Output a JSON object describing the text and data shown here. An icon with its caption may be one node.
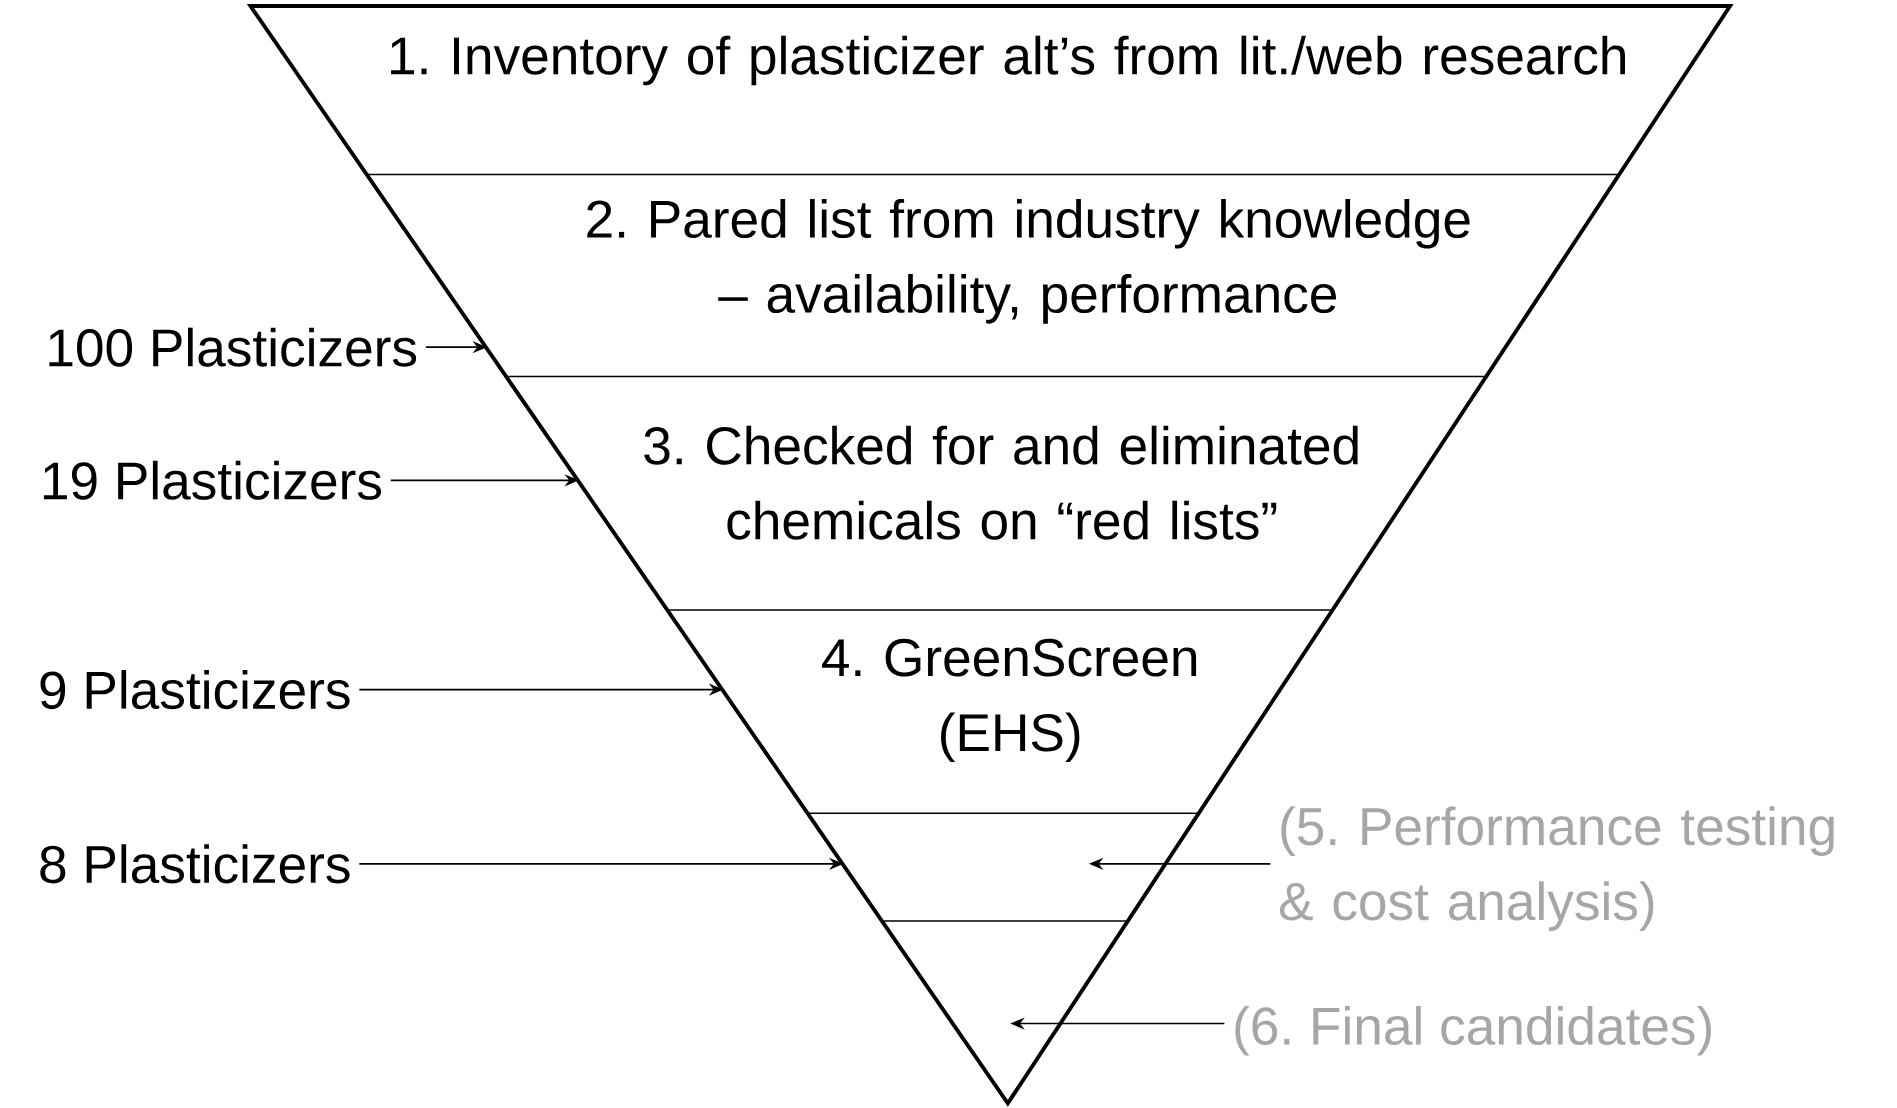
{
  "diagram": {
    "nodes": [
      {
        "text": [
          "1. Inventory of plasticizer alt’s from lit./web research"
        ]
      },
      {
        "text": [
          "2. Pared list from industry knowledge – availability, performance"
        ]
      },
      {
        "text": [
          "3. Checked for and eliminated chemicals on “red lists”"
        ]
      },
      {
        "text": [
          "4. GreenScreen (EHS)"
        ]
      },
      {
        "text": [],
        "shape": "band"
      },
      {
        "text": [],
        "shape": "band"
      },
      {
        "text": [
          "100 Plasticizers"
        ]
      },
      {
        "text": [
          "19 Plasticizers"
        ]
      },
      {
        "text": [
          "9 Plasticizers"
        ]
      },
      {
        "text": [
          "8 Plasticizers"
        ]
      },
      {
        "text": [
          "(5. Performance testing & cost analysis)"
        ]
      },
      {
        "text": [
          "(6. Final candidates)"
        ]
      }
    ],
    "edges": [
      {
        "from": 6,
        "to": 1,
        "arrow": "to"
      },
      {
        "from": 7,
        "to": 2,
        "arrow": "to"
      },
      {
        "from": 8,
        "to": 3,
        "arrow": "to"
      },
      {
        "from": 9,
        "to": 4,
        "arrow": "to"
      },
      {
        "from": 10,
        "to": 4,
        "arrow": "to"
      },
      {
        "from": 11,
        "to": 5,
        "arrow": "to"
      }
    ]
  }
}
